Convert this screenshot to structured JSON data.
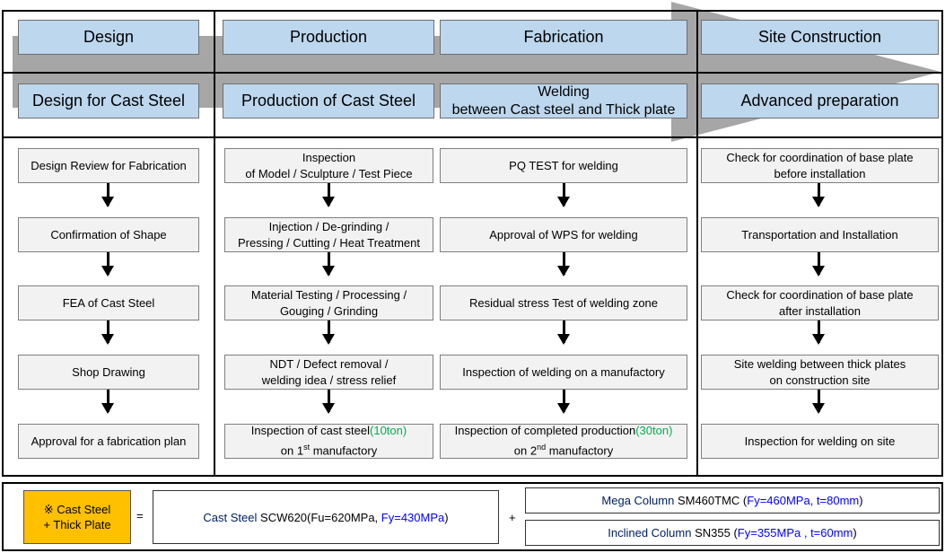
{
  "headers": {
    "design": "Design",
    "production": "Production",
    "fabrication": "Fabrication",
    "site": "Site Construction"
  },
  "subheaders": {
    "design": "Design for Cast Steel",
    "production": "Production of Cast Steel",
    "fabrication_line1": "Welding",
    "fabrication_line2": "between Cast steel and Thick plate",
    "site": "Advanced preparation"
  },
  "design_steps": [
    "Design Review for Fabrication",
    "Confirmation of Shape",
    "FEA of Cast Steel",
    "Shop Drawing",
    "Approval for a fabrication plan"
  ],
  "production_steps": [
    {
      "l1": "Inspection",
      "l2": "of Model / Sculpture / Test Piece"
    },
    {
      "l1": "Injection / De-grinding /",
      "l2": "Pressing / Cutting / Heat Treatment"
    },
    {
      "l1": "Material Testing / Processing /",
      "l2": "Gouging / Grinding"
    },
    {
      "l1": "NDT / Defect removal /",
      "l2": "welding idea / stress relief"
    },
    {
      "l1a": "Inspection of cast steel",
      "l1b": "(10ton)",
      "l2a": "on 1",
      "l2sup": "st",
      "l2b": " manufactory"
    }
  ],
  "fabrication_steps": [
    "PQ TEST for welding",
    "Approval of WPS for welding",
    "Residual stress Test of welding zone",
    "Inspection of welding on a manufactory",
    {
      "l1a": "Inspection of completed production",
      "l1b": "(30ton)",
      "l2a": "on 2",
      "l2sup": "nd",
      "l2b": " manufactory"
    }
  ],
  "site_steps": [
    {
      "l1": "Check for coordination of base plate",
      "l2": "before installation"
    },
    {
      "l1": "Transportation and Installation"
    },
    {
      "l1": "Check for coordination of base plate",
      "l2": "after installation"
    },
    {
      "l1": "Site welding between thick plates",
      "l2": "on construction site"
    },
    {
      "l1": "Inspection for welding on site"
    }
  ],
  "legend": {
    "key_line1": "※ Cast Steel",
    "key_line2": "+ Thick Plate",
    "equals": "=",
    "plus": "+",
    "cast_steel_label": "Cast Steel",
    "cast_steel_grade": " SCW620(Fu=620MPa, ",
    "cast_steel_fy": "Fy=430MPa",
    "cast_steel_close": ")",
    "mega_label": "Mega Column",
    "mega_grade": " SM460TMC (",
    "mega_spec": "Fy=460MPa, t=80mm",
    "mega_close": ")",
    "inclined_label": "Inclined Column",
    "inclined_grade": " SN355 (",
    "inclined_spec": "Fy=355MPa , t=60mm",
    "inclined_close": ")"
  },
  "colors": {
    "header_fill": "#bdd7ee",
    "step_fill": "#f2f2f2",
    "arrow_band": "#a6a6a6",
    "key_fill": "#ffc000",
    "highlight_green": "#00b050",
    "label_navy": "#002060",
    "spec_blue": "#0000ff"
  }
}
